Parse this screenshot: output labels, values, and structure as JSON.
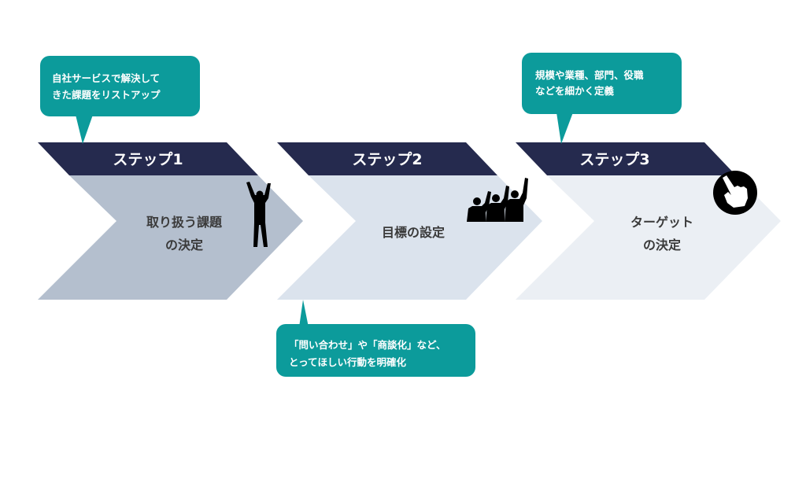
{
  "steps": [
    {
      "header": "ステップ1",
      "title_line1": "取り扱う課題",
      "title_line2": "の決定",
      "callout_line1": "自社サービスで解決して",
      "callout_line2": "きた課題をリストアップ",
      "icon": "raised-fist-person-icon"
    },
    {
      "header": "ステップ2",
      "title_line1": "目標の設定",
      "callout_line1": "「問い合わせ」や「商談化」など、",
      "callout_line2": "とってほしい行動を明確化",
      "icon": "cheering-group-icon"
    },
    {
      "header": "ステップ3",
      "title_line1": "ターゲット",
      "title_line2": "の決定",
      "callout_line1": "規模や業種、部門、役職",
      "callout_line2": "などを細かく定義",
      "icon": "pointing-hand-icon"
    }
  ],
  "colors": {
    "header": "#252a4e",
    "step1_body": "#b4bfce",
    "step2_body": "#dbe3ed",
    "step3_body": "#ebeff4",
    "callout": "#0c9b9b"
  }
}
